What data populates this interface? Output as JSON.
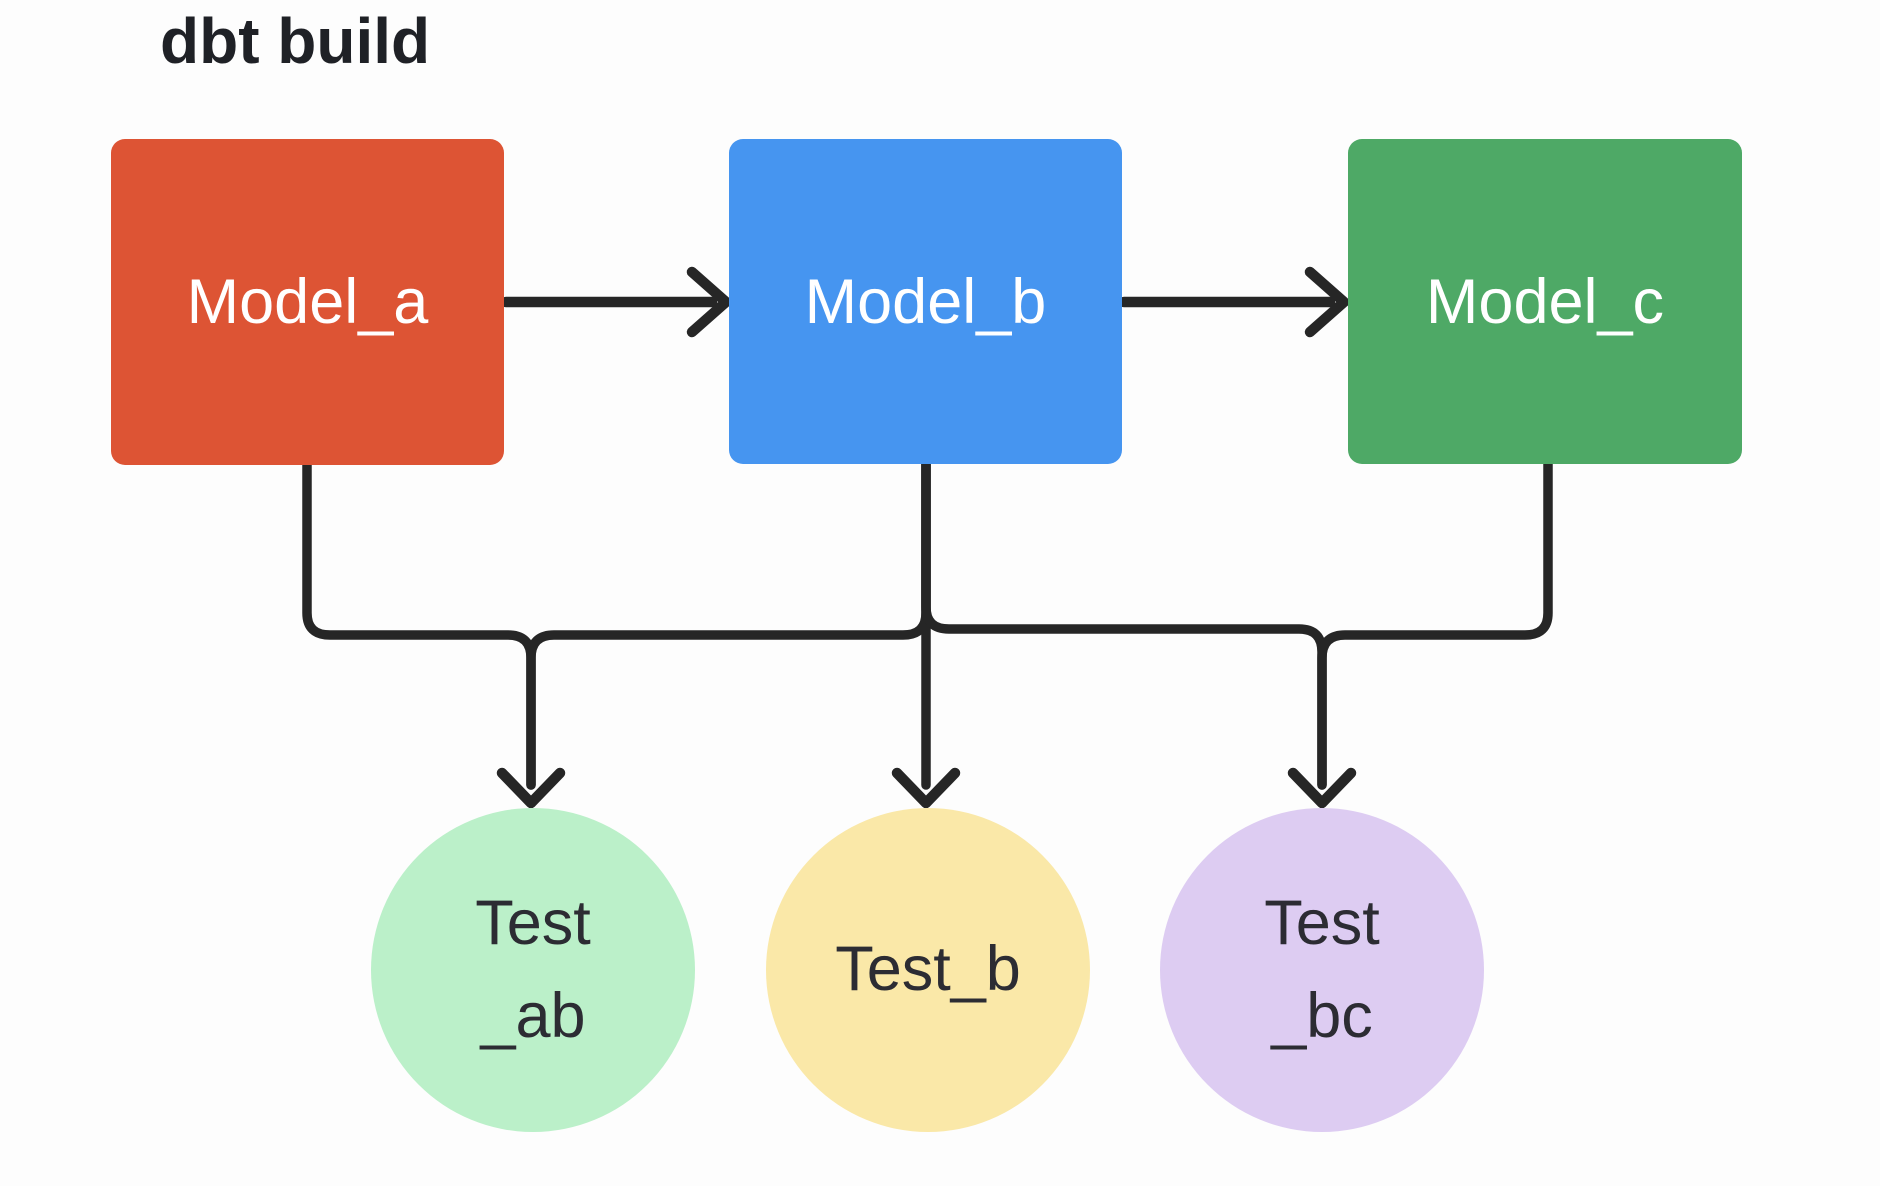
{
  "title": "dbt build",
  "colors": {
    "model_a": "#dd5434",
    "model_b": "#4695f0",
    "model_c": "#4ea966",
    "test_ab": "#bbf0c9",
    "test_b": "#fae8a8",
    "test_bc": "#ddccf2",
    "edge": "#262626",
    "box_text": "#ffffff",
    "circle_text": "#2c2c33",
    "title_text": "#1f2126",
    "background": "#fdfdfd"
  },
  "nodes": {
    "models": [
      {
        "id": "model_a",
        "label": "Model_a",
        "shape": "rectangle",
        "color": "#dd5434"
      },
      {
        "id": "model_b",
        "label": "Model_b",
        "shape": "rectangle",
        "color": "#4695f0"
      },
      {
        "id": "model_c",
        "label": "Model_c",
        "shape": "rectangle",
        "color": "#4ea966"
      }
    ],
    "tests": [
      {
        "id": "test_ab",
        "label_line1": "Test",
        "label_line2": "_ab",
        "shape": "circle",
        "color": "#bbf0c9"
      },
      {
        "id": "test_b",
        "label": "Test_b",
        "shape": "circle",
        "color": "#fae8a8"
      },
      {
        "id": "test_bc",
        "label_line1": "Test",
        "label_line2": "_bc",
        "shape": "circle",
        "color": "#ddccf2"
      }
    ]
  },
  "edges": [
    {
      "from": "Model_a",
      "to": "Model_b",
      "arrow": true
    },
    {
      "from": "Model_b",
      "to": "Model_c",
      "arrow": true
    },
    {
      "from": "Model_a",
      "to": "Test_ab",
      "arrow": true
    },
    {
      "from": "Model_b",
      "to": "Test_ab",
      "arrow": true
    },
    {
      "from": "Model_b",
      "to": "Test_b",
      "arrow": true
    },
    {
      "from": "Model_b",
      "to": "Test_bc",
      "arrow": true
    },
    {
      "from": "Model_c",
      "to": "Test_bc",
      "arrow": true
    }
  ]
}
